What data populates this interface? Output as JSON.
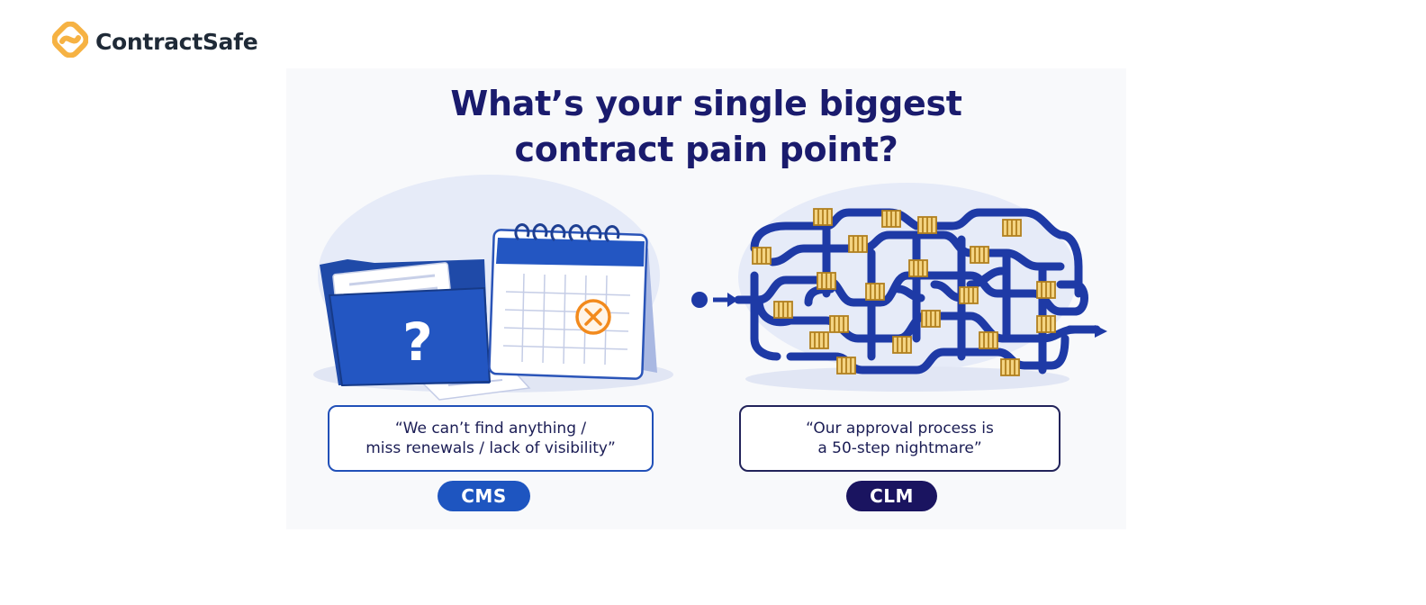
{
  "brand": {
    "name": "ContractSafe",
    "logo_icon": "contractsafe-logo-icon",
    "accent": "#f6b243",
    "text_color": "#1f2a37"
  },
  "headline": {
    "line1": "What’s your single biggest",
    "line2": "contract pain point?",
    "color": "#1a1b6d"
  },
  "cms": {
    "quote_line1": "“We can’t find anything /",
    "quote_line2": "miss renewals / lack of visibility”",
    "label": "CMS",
    "icons": [
      "folder-question-icon",
      "calendar-missed-icon"
    ],
    "color": "#1e55c0"
  },
  "clm": {
    "quote_line1": "“Our approval process is",
    "quote_line2": "a 50-step nightmare”",
    "label": "CLM",
    "icons": [
      "maze-pipes-icon",
      "gate-icon"
    ],
    "color": "#1a1460"
  }
}
